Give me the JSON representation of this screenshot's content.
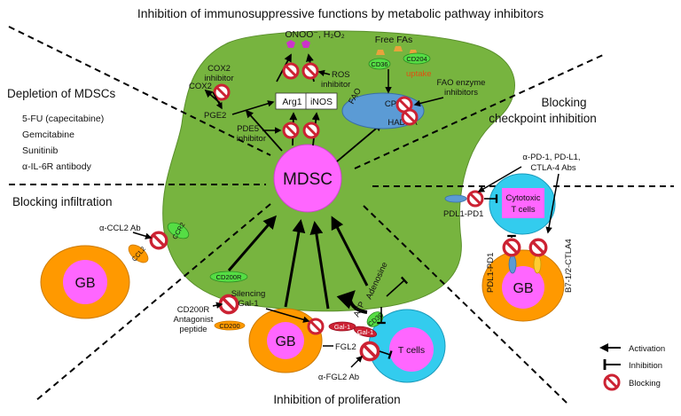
{
  "title": "Inhibition of immunosuppressive functions by metabolic pathway inhibitors",
  "sections": {
    "depletion": "Depletion of MDSCs",
    "depletion_drugs": [
      "5-FU (capecitabine)",
      "Gemcitabine",
      "Sunitinib",
      "α-IL-6R antibody"
    ],
    "infiltration": "Blocking infiltration",
    "checkpoint_line1": "Blocking",
    "checkpoint_line2": "checkpoint inhibition",
    "proliferation": "Inhibition of proliferation"
  },
  "mdsc": {
    "label": "MDSC",
    "ros_products": "ONOO⁻, H₂O₂",
    "cox2": "COX2",
    "cox2_inhibitor_1": "COX2",
    "cox2_inhibitor_2": "inhibitor",
    "pge2": "PGE2",
    "arg1": "Arg1",
    "inos": "iNOS",
    "pde5_inhibitor_1": "PDE5",
    "pde5_inhibitor_2": "inhibitor",
    "ros_inhibitor_1": "ROS",
    "ros_inhibitor_2": "inhibitor",
    "free_fas": "Free FAs",
    "cd36": "CD36",
    "cd204": "CD204",
    "uptake": "uptake",
    "fao": "FAO",
    "cpt1": "CPT1",
    "hadha": "HADHA",
    "fao_inhibitor_1": "FAO enzyme",
    "fao_inhibitor_2": "inhibitors"
  },
  "infiltration": {
    "gb": "GB",
    "ab": "α-CCL2 Ab",
    "ccl2": "CCL2",
    "ccr2": "CCR2"
  },
  "checkpoint": {
    "abs_1": "α-PD-1, PD-L1,",
    "abs_2": "CTLA-4 Abs",
    "pdl1_pd1": "PDL1-PD1",
    "pdl1_pd1_vertical": "PDL1-PD1",
    "b7_ctla4": "B7-1/2-CTLA4",
    "cytotoxic_1": "Cytotoxic",
    "cytotoxic_2": "T cells",
    "gb": "GB"
  },
  "proliferation": {
    "gb": "GB",
    "cd200r": "CD200R",
    "cd200": "CD200",
    "cd200r_ant_1": "CD200R",
    "cd200r_ant_2": "Antagonist",
    "cd200r_ant_3": "peptide",
    "silencing_1": "Silencing",
    "silencing_2": "Gal-1",
    "gal1_a": "Gal-1",
    "gal1_b": "Gal-1",
    "cd39": "CD39",
    "atp": "ATP",
    "adenosine": "Adenosine",
    "fgl2": "FGL2",
    "t_cells": "T cells",
    "fgl2_ab": "α-FGL2 Ab"
  },
  "legend": {
    "activation": "Activation",
    "inhibition": "Inhibition",
    "blocking": "Blocking"
  },
  "colors": {
    "cell_green": "#77b43f",
    "mdsc_pink": "#ff66ff",
    "gb_orange": "#ff9900",
    "tcell_blue": "#33ccee",
    "block_red": "#cc2233",
    "fao_blue": "#5b9bd5",
    "receptor_green": "#55dd44"
  }
}
